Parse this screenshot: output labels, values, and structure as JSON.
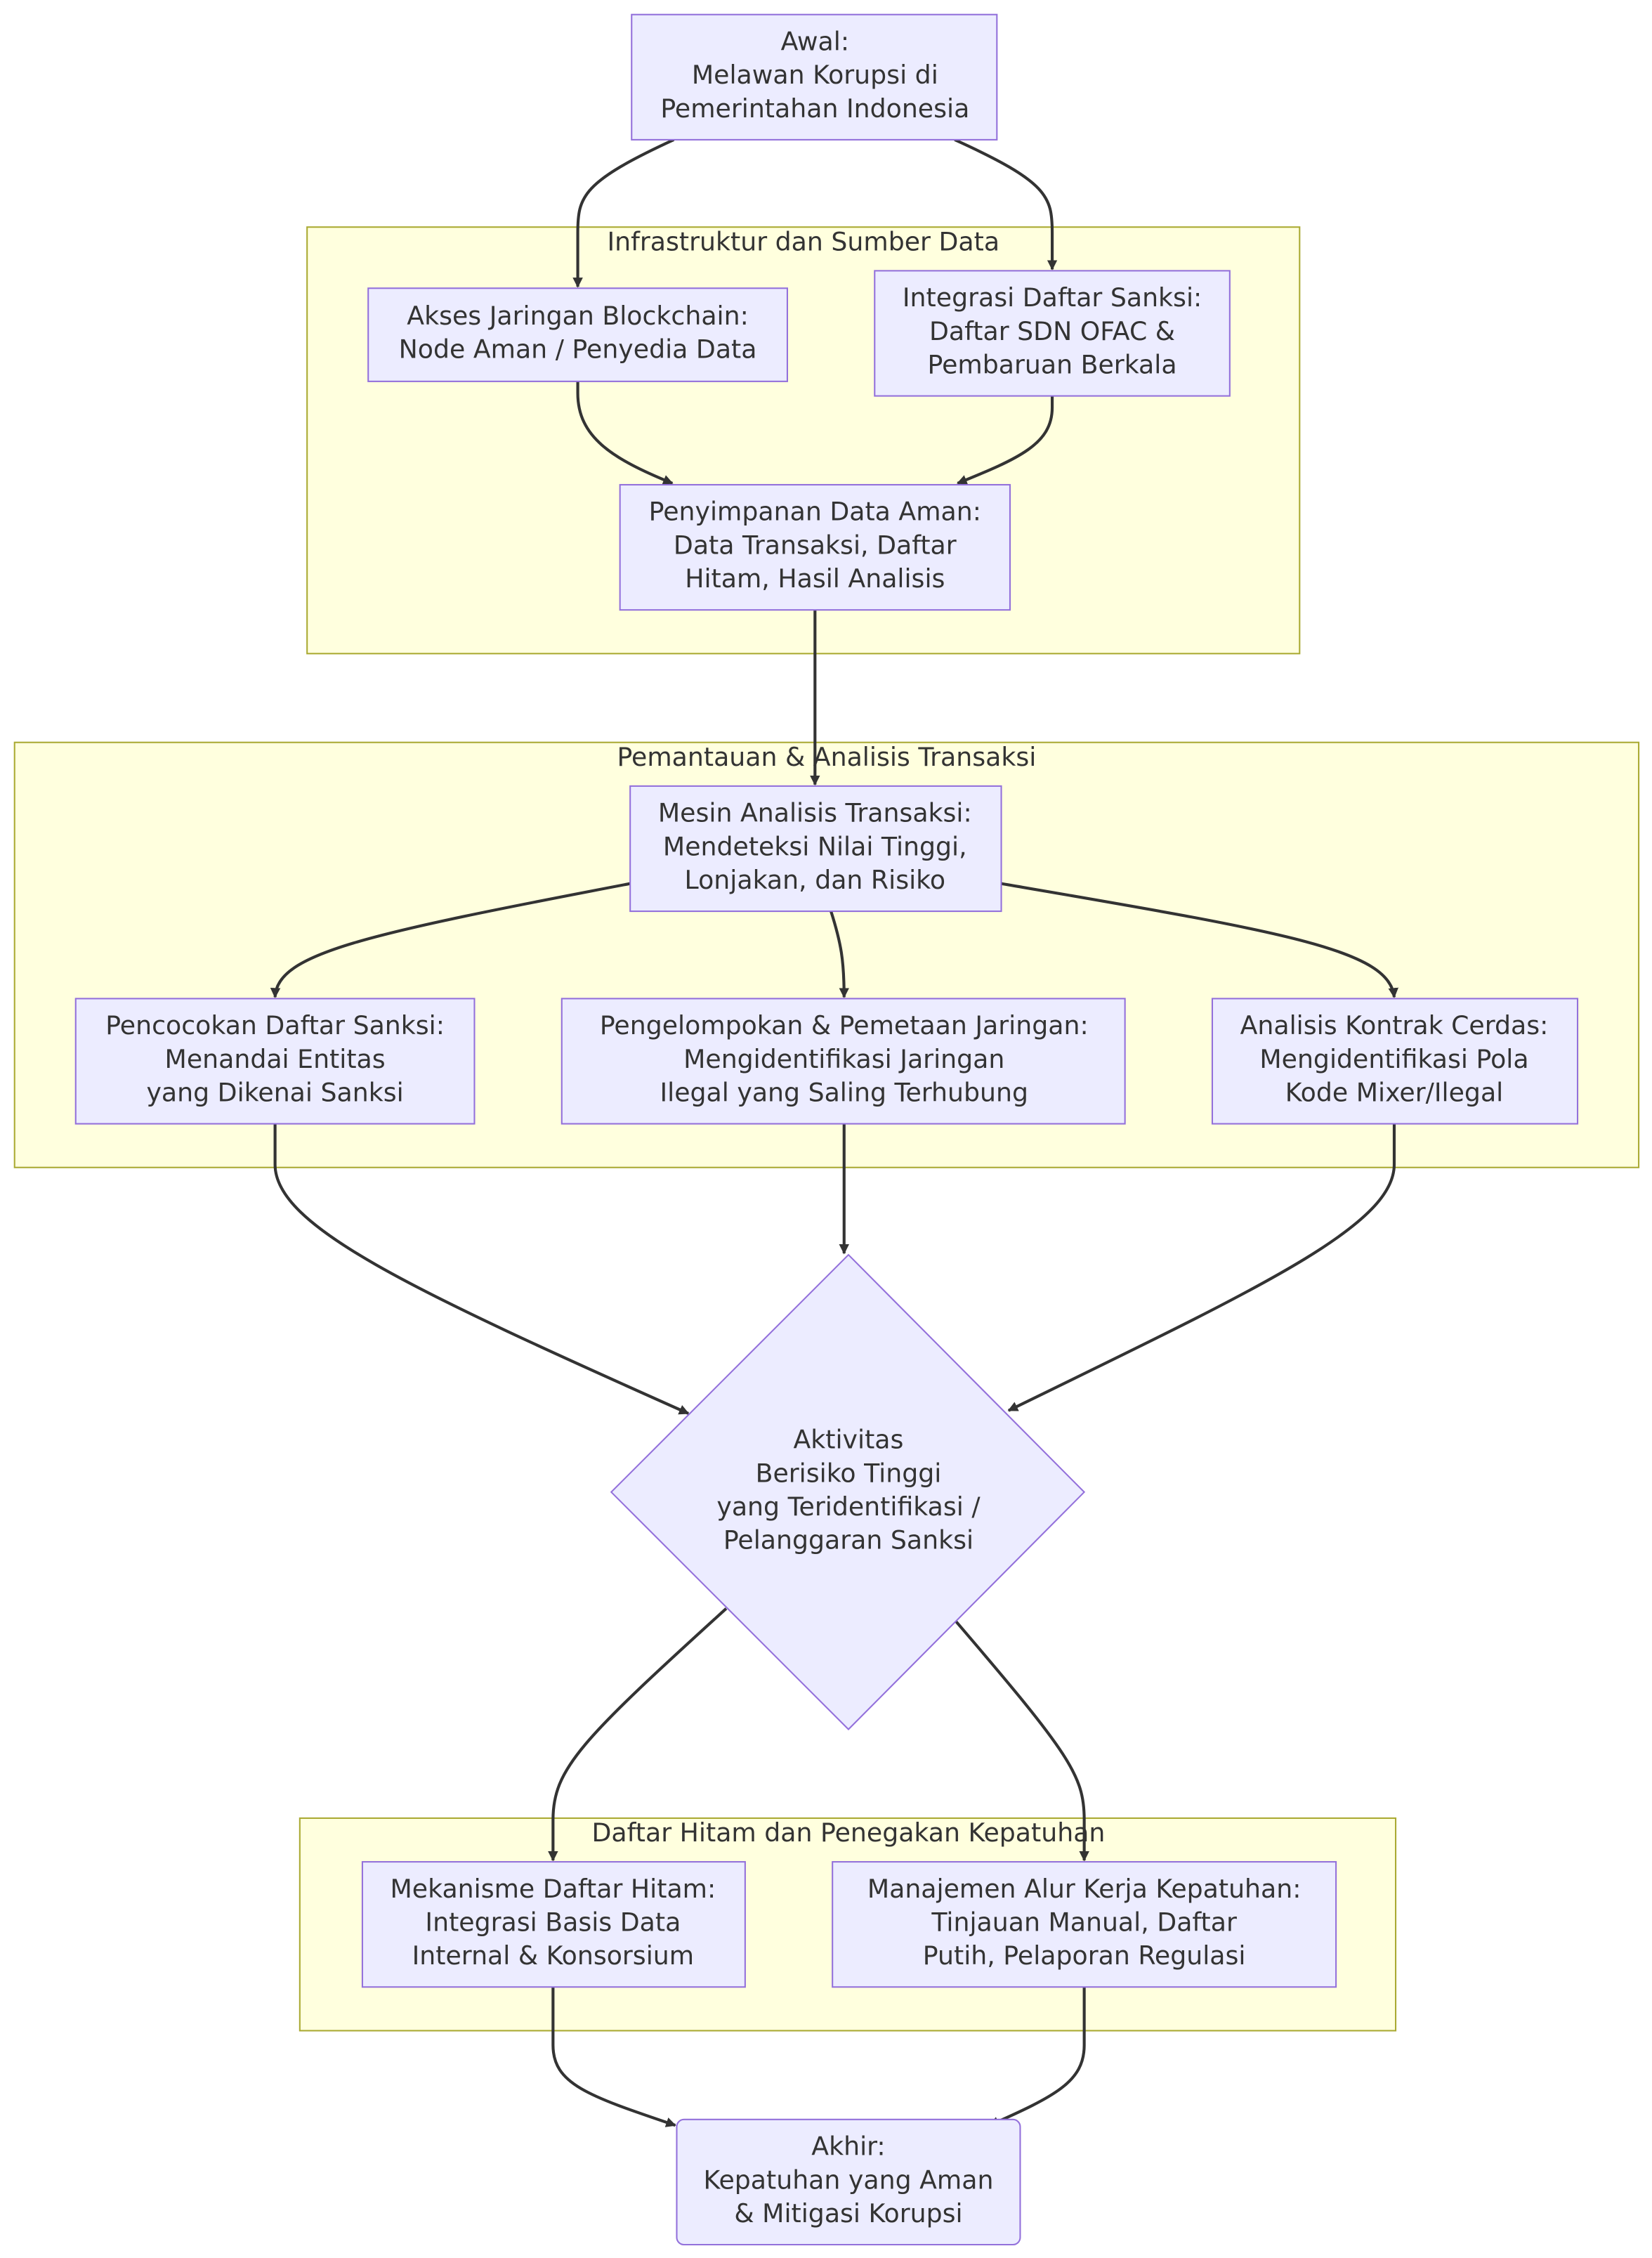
{
  "clusters": {
    "infra": {
      "label": "Infrastruktur dan Sumber Data"
    },
    "monitor": {
      "label": "Pemantauan & Analisis Transaksi"
    },
    "blacklist": {
      "label": "Daftar Hitam dan Penegakan Kepatuhan"
    }
  },
  "nodes": {
    "start": {
      "lines": [
        "Awal:",
        "Melawan Korupsi di",
        "Pemerintahan Indonesia"
      ]
    },
    "blockchain": {
      "lines": [
        "Akses Jaringan Blockchain:",
        "Node Aman / Penyedia Data"
      ]
    },
    "sanctions_list": {
      "lines": [
        "Integrasi Daftar Sanksi:",
        "Daftar SDN OFAC &",
        "Pembaruan Berkala"
      ]
    },
    "storage": {
      "lines": [
        "Penyimpanan Data Aman:",
        "Data Transaksi, Daftar",
        "Hitam, Hasil Analisis"
      ]
    },
    "engine": {
      "lines": [
        "Mesin Analisis Transaksi:",
        "Mendeteksi Nilai Tinggi,",
        "Lonjakan, dan Risiko"
      ]
    },
    "matching": {
      "lines": [
        "Pencocokan Daftar Sanksi:",
        "Menandai Entitas",
        "yang Dikenai Sanksi"
      ]
    },
    "clustering": {
      "lines": [
        "Pengelompokan & Pemetaan Jaringan:",
        "Mengidentifikasi Jaringan",
        "Ilegal yang Saling Terhubung"
      ]
    },
    "contracts": {
      "lines": [
        "Analisis Kontrak Cerdas:",
        "Mengidentifikasi Pola",
        "Kode Mixer/Ilegal"
      ]
    },
    "decision": {
      "lines": [
        "Aktivitas",
        "Berisiko Tinggi",
        "yang Teridentifikasi /",
        "Pelanggaran Sanksi"
      ]
    },
    "blacklist_mech": {
      "lines": [
        "Mekanisme Daftar Hitam:",
        "Integrasi Basis Data",
        "Internal & Konsorsium"
      ]
    },
    "workflow": {
      "lines": [
        "Manajemen Alur Kerja Kepatuhan:",
        "Tinjauan Manual, Daftar",
        "Putih, Pelaporan Regulasi"
      ]
    },
    "end": {
      "lines": [
        "Akhir:",
        "Kepatuhan yang Aman",
        "& Mitigasi Korupsi"
      ]
    }
  },
  "edges": [
    {
      "from": "start",
      "to": "blockchain"
    },
    {
      "from": "start",
      "to": "sanctions_list"
    },
    {
      "from": "blockchain",
      "to": "storage"
    },
    {
      "from": "sanctions_list",
      "to": "storage"
    },
    {
      "from": "storage",
      "to": "engine"
    },
    {
      "from": "engine",
      "to": "matching"
    },
    {
      "from": "engine",
      "to": "clustering"
    },
    {
      "from": "engine",
      "to": "contracts"
    },
    {
      "from": "matching",
      "to": "decision"
    },
    {
      "from": "clustering",
      "to": "decision"
    },
    {
      "from": "contracts",
      "to": "decision"
    },
    {
      "from": "decision",
      "to": "blacklist_mech"
    },
    {
      "from": "decision",
      "to": "workflow"
    },
    {
      "from": "blacklist_mech",
      "to": "end"
    },
    {
      "from": "workflow",
      "to": "end"
    }
  ],
  "colors": {
    "node_fill": "#ececff",
    "node_stroke": "#9370db",
    "cluster_fill": "#ffffde",
    "cluster_stroke": "#aaaa33",
    "edge": "#333333",
    "text": "#333333"
  }
}
